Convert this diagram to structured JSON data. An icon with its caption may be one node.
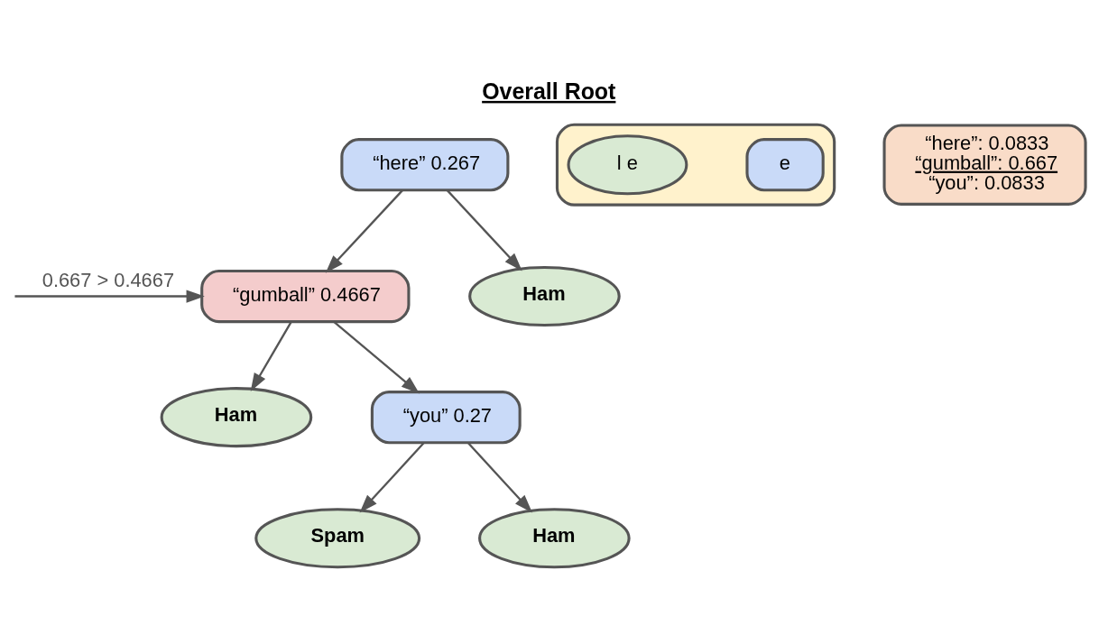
{
  "diagram": {
    "title": "Overall Root",
    "nodes": [
      {
        "text": [],
        "shape": "box"
      },
      {
        "text": [
          "e"
        ],
        "in": 0
      },
      {
        "text": [
          "l e"
        ],
        "in": 0
      },
      {
        "text": [
          "“here”: 0.0833",
          "“gumball”: 0.667",
          "“you”: 0.0833"
        ]
      },
      {
        "text": [
          "“here” 0.267"
        ]
      },
      {
        "text": [
          "“gumball” 0.4667"
        ]
      },
      {
        "text": [
          "Ham"
        ]
      },
      {
        "text": [
          "Ham"
        ]
      },
      {
        "text": [
          "“you” 0.27"
        ]
      },
      {
        "text": [
          "Spam"
        ]
      },
      {
        "text": [
          "Ham"
        ]
      }
    ],
    "edges": [
      {
        "from": 4,
        "to": 5,
        "arrow": "to"
      },
      {
        "from": 4,
        "to": 6,
        "arrow": "to"
      },
      {
        "from": 5,
        "to": 7,
        "arrow": "to"
      },
      {
        "from": 5,
        "to": 8,
        "arrow": "to"
      },
      {
        "from": 8,
        "to": 9,
        "arrow": "to"
      },
      {
        "from": 8,
        "to": 10,
        "arrow": "to"
      },
      {
        "from": null,
        "to": 5,
        "arrow": "to",
        "label": "0.667 > 0.4667"
      }
    ]
  }
}
